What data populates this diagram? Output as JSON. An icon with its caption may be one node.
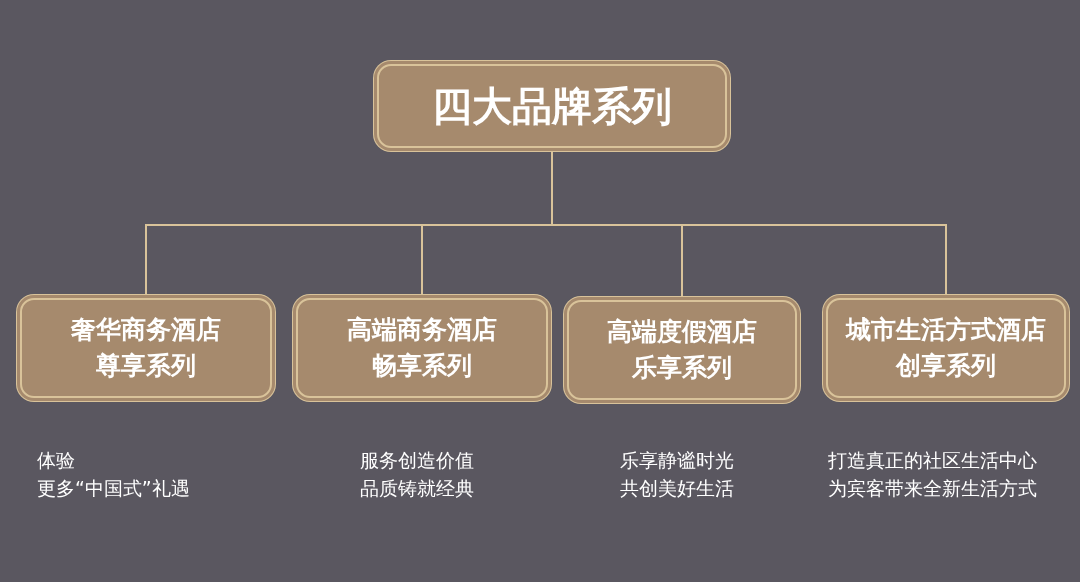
{
  "diagram": {
    "nodes": [
      {
        "text": [
          "四大品牌系列"
        ]
      },
      {
        "text": [
          "奢华商务酒店",
          "尊享系列"
        ],
        "beside": [
          "体验",
          "更多“中国式”礼遇"
        ]
      },
      {
        "text": [
          "高端商务酒店",
          "畅享系列"
        ],
        "beside": [
          "服务创造价值",
          "品质铸就经典"
        ]
      },
      {
        "text": [
          "高端度假酒店",
          "乐享系列"
        ],
        "beside": [
          "乐享静谧时光",
          "共创美好生活"
        ]
      },
      {
        "text": [
          "城市生活方式酒店",
          "创享系列"
        ],
        "beside": [
          "打造真正的社区生活中心",
          "为宾客带来全新生活方式"
        ]
      }
    ],
    "edges": [
      {
        "from": 0,
        "to": 1,
        "arrow": "none"
      },
      {
        "from": 0,
        "to": 2,
        "arrow": "none"
      },
      {
        "from": 0,
        "to": 3,
        "arrow": "none"
      },
      {
        "from": 0,
        "to": 4,
        "arrow": "none"
      }
    ]
  }
}
